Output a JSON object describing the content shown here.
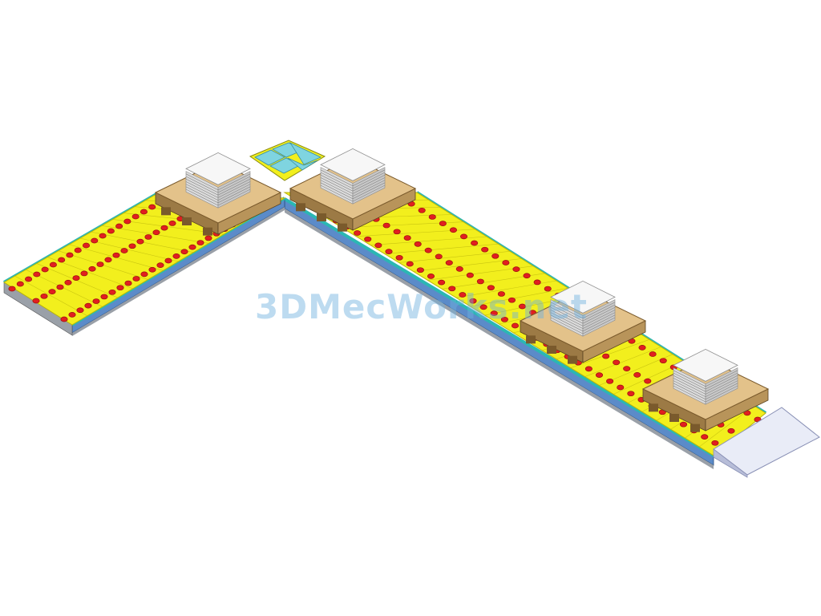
{
  "watermark": {
    "text": "3DMecWorks.net",
    "color": "#6fb1df"
  },
  "colors": {
    "belt": "#f2ef1d",
    "belt_edge": "#b9b40c",
    "roller": "#e11f1f",
    "roller_dark": "#9b0f0f",
    "rail_teal": "#2bb7b3",
    "rail_blue": "#5b8bc9",
    "frame_gray": "#9aa0a8",
    "pallet_wood": "#e3c28a",
    "pallet_dark": "#9c7a45",
    "sheet_white": "#f7f7f7",
    "sheet_edge": "#8d8d8d",
    "transfer_glass": "#7fd4e0",
    "ramp": "#e9ecf7"
  },
  "components": {
    "left_conveyor": "conveyor",
    "right_conveyor": "conveyor",
    "transfer_unit": "transfer",
    "ramp": "ramp",
    "loads": 4
  }
}
